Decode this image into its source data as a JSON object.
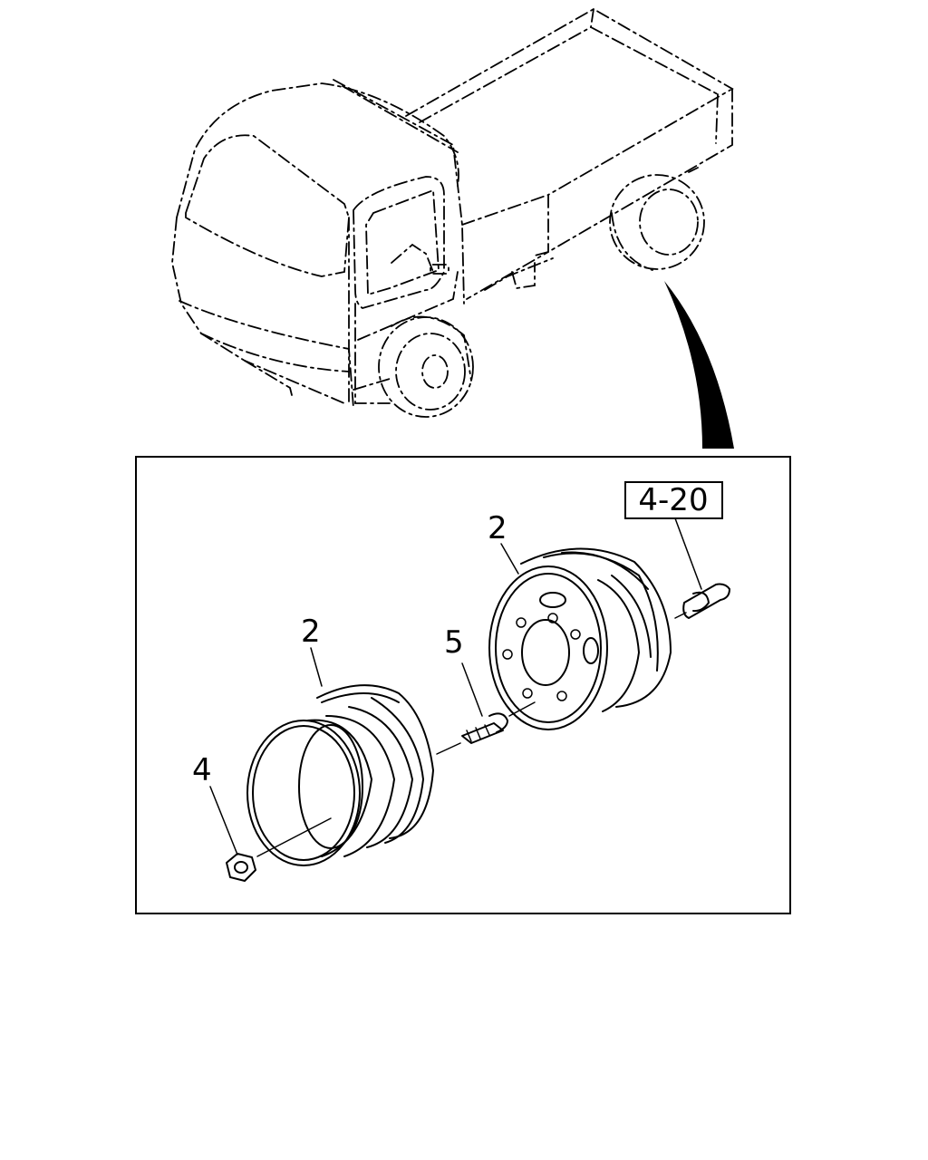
{
  "diagram": {
    "callouts": [
      {
        "id": "rear-wheel-callout",
        "label": "2"
      },
      {
        "id": "front-wheel-callout",
        "label": "2"
      },
      {
        "id": "wheel-nut-callout",
        "label": "4"
      },
      {
        "id": "hub-bolt-callout",
        "label": "5"
      }
    ],
    "reference": {
      "label": "4-20"
    },
    "colors": {
      "line": "#000000",
      "background": "#ffffff"
    }
  }
}
